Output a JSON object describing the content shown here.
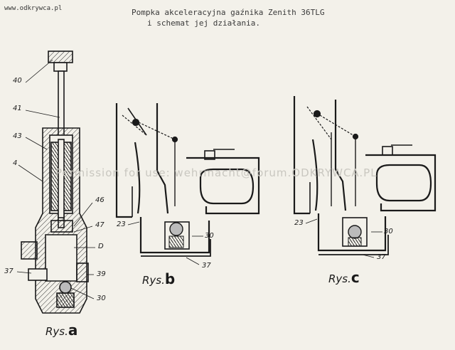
{
  "header": {
    "site": "www.odkrywca.pl",
    "title_line1": "Pompka akceleracyjna gaźnika Zenith 36TLG",
    "title_line2": "i schemat jej działania."
  },
  "watermark": "Permission for use: wehrmacht@forum.ODKRYWCA.PL",
  "figures": {
    "a": {
      "rys": "Rys.",
      "letter": "a"
    },
    "b": {
      "rys": "Rys.",
      "letter": "b"
    },
    "c": {
      "rys": "Rys.",
      "letter": "c"
    }
  },
  "labels": {
    "n40": "40",
    "n41": "41",
    "n43": "43",
    "n4": "4",
    "n46": "46",
    "n47": "47",
    "nD": "D",
    "n37a": "37",
    "n39": "39",
    "n30a": "30",
    "n23b": "23",
    "n30b": "30",
    "n37b": "37",
    "n23c": "23",
    "n30c": "30",
    "n37c": "37"
  }
}
